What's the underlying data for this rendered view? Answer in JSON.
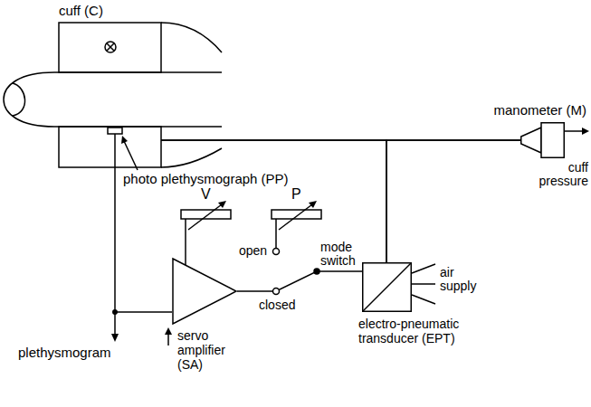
{
  "diagram": {
    "nodes": [
      {
        "text": [
          "cuff (C)"
        ]
      },
      {
        "text": [
          "manometer (M)"
        ]
      },
      {
        "text": [
          "servo amplifier (SA)"
        ]
      },
      {
        "text": [
          "electro-pneumatic transducer (EPT)"
        ]
      }
    ],
    "edges": [
      {
        "from": 0,
        "to": 1,
        "arrow": "none"
      },
      {
        "from": 3,
        "to": 0,
        "arrow": "none"
      },
      {
        "from": 3,
        "to": 1,
        "arrow": "none"
      },
      {
        "from": 2,
        "to": 3,
        "arrow": "none"
      }
    ],
    "labels": [
      "photo plethysmograph (PP)",
      "cuff pressure",
      "V",
      "P",
      "open",
      "mode switch",
      "closed",
      "air supply",
      "plethysmogram"
    ]
  }
}
